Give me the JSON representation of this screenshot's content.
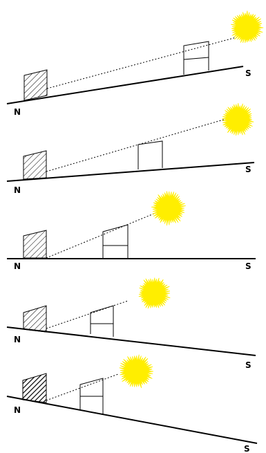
{
  "labels": {
    "north": "N",
    "south": "S"
  },
  "colors": {
    "sun": "#ffee00",
    "line": "#000000",
    "background": "#ffffff"
  },
  "icons": {
    "sun": "sun-icon",
    "shade_panel": "hatched-panel-icon"
  },
  "panels": [
    {
      "id": 1,
      "slope": "uphill-to-south",
      "show_south_label": true
    },
    {
      "id": 2,
      "slope": "uphill-to-south",
      "show_south_label": true
    },
    {
      "id": 3,
      "slope": "flat",
      "show_south_label": true
    },
    {
      "id": 4,
      "slope": "downhill-to-south",
      "show_south_label": true
    },
    {
      "id": 5,
      "slope": "downhill-to-south",
      "show_south_label": true,
      "dense_hatch": true
    }
  ]
}
